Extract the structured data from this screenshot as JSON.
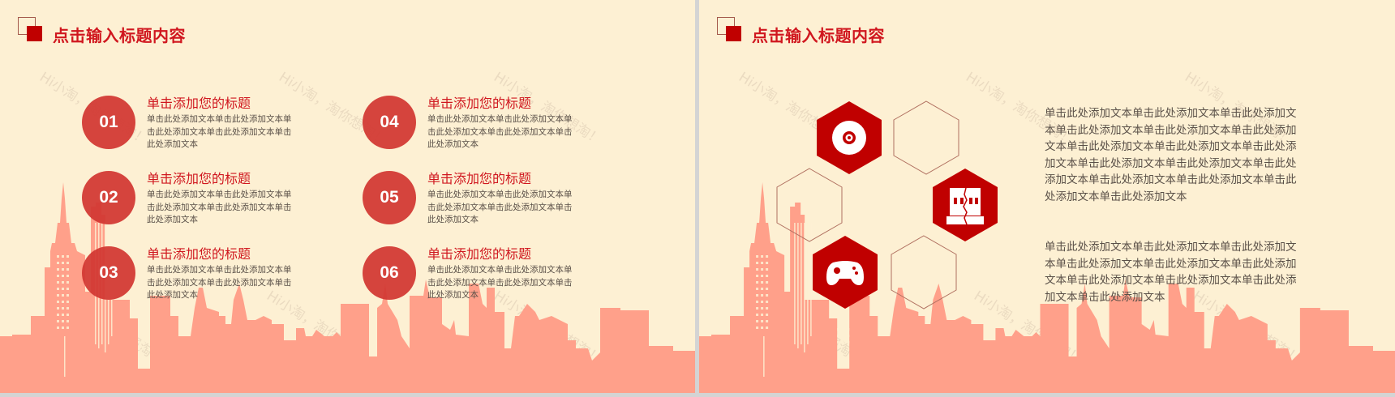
{
  "colors": {
    "background": "#fdf0d3",
    "accent_red": "#c00000",
    "title_red": "#d0171f",
    "circle_red": "#d2372f",
    "skyline": "#ffa08a",
    "body_text": "#5a5048",
    "frame_gray": "#d4d4d4"
  },
  "watermark": "Hi小淘，淘你想淘！",
  "slide1": {
    "title": "点击输入标题内容",
    "items": [
      {
        "number": "01",
        "heading": "单击添加您的标题",
        "text": "单击此处添加文本单击此处添加文本单击此处添加文本单击此处添加文本单击此处添加文本"
      },
      {
        "number": "02",
        "heading": "单击添加您的标题",
        "text": "单击此处添加文本单击此处添加文本单击此处添加文本单击此处添加文本单击此处添加文本"
      },
      {
        "number": "03",
        "heading": "单击添加您的标题",
        "text": "单击此处添加文本单击此处添加文本单击此处添加文本单击此处添加文本单击此处添加文本"
      },
      {
        "number": "04",
        "heading": "单击添加您的标题",
        "text": "单击此处添加文本单击此处添加文本单击此处添加文本单击此处添加文本单击此处添加文本"
      },
      {
        "number": "05",
        "heading": "单击添加您的标题",
        "text": "单击此处添加文本单击此处添加文本单击此处添加文本单击此处添加文本单击此处添加文本"
      },
      {
        "number": "06",
        "heading": "单击添加您的标题",
        "text": "单击此处添加文本单击此处添加文本单击此处添加文本单击此处添加文本单击此处添加文本"
      }
    ]
  },
  "slide2": {
    "title": "点击输入标题内容",
    "hexagons": [
      {
        "style": "filled",
        "icon": "disc-icon"
      },
      {
        "style": "outline",
        "icon": ""
      },
      {
        "style": "outline",
        "icon": ""
      },
      {
        "style": "filled",
        "icon": "broken-wall-icon"
      },
      {
        "style": "filled",
        "icon": "gamepad-icon"
      },
      {
        "style": "outline",
        "icon": ""
      }
    ],
    "paragraph1": "单击此处添加文本单击此处添加文本单击此处添加文本单击此处添加文本单击此处添加文本单击此处添加文本单击此处添加文本单击此处添加文本单击此处添加文本单击此处添加文本单击此处添加文本单击此处添加文本单击此处添加文本单击此处添加文本单击此处添加文本单击此处添加文本",
    "paragraph2": "单击此处添加文本单击此处添加文本单击此处添加文本单击此处添加文本单击此处添加文本单击此处添加文本单击此处添加文本单击此处添加文本单击此处添加文本单击此处添加文本"
  }
}
